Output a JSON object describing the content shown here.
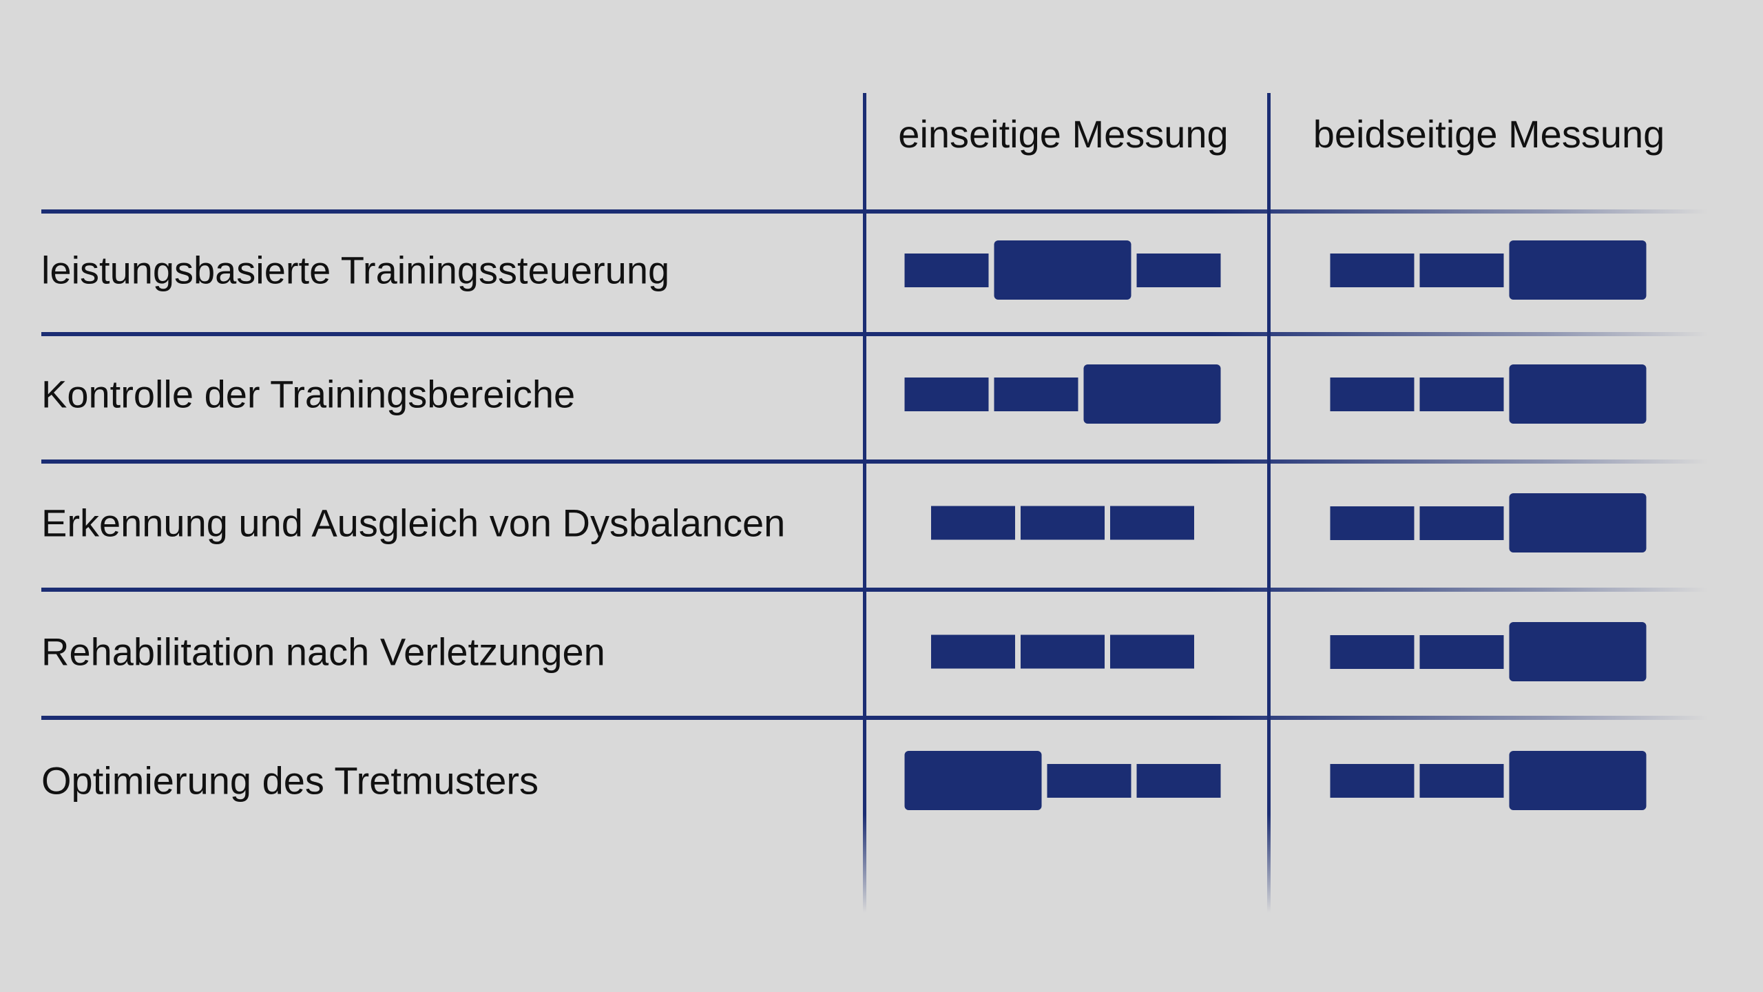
{
  "columns": [
    "einseitige Messung",
    "beidseitige Messung"
  ],
  "accent_color": "#1b2d73",
  "rows": [
    {
      "label": "leistungsbasierte Trainingssteuerung",
      "levels": [
        2,
        3
      ]
    },
    {
      "label": "Kontrolle der Trainingsbereiche",
      "levels": [
        3,
        3
      ]
    },
    {
      "label": "Erkennung und Ausgleich von Dysbalancen",
      "levels": [
        0,
        3
      ]
    },
    {
      "label": "Rehabilitation nach Verletzungen",
      "levels": [
        0,
        3
      ]
    },
    {
      "label": "Optimierung des Tretmusters",
      "levels": [
        1,
        3
      ]
    }
  ]
}
